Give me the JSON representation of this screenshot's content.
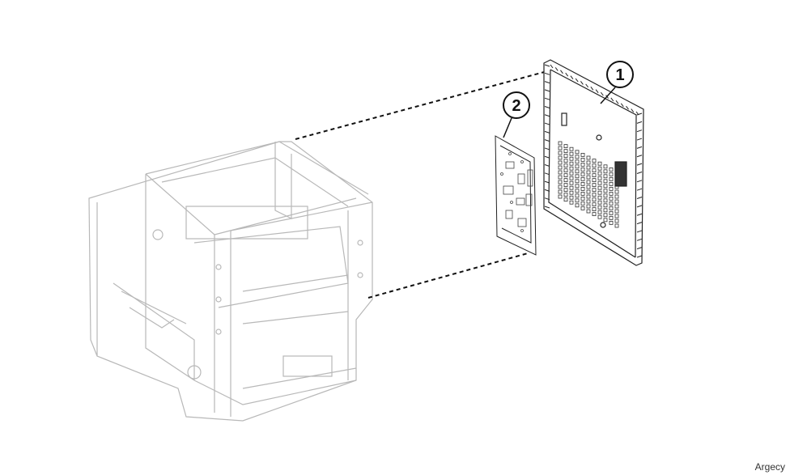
{
  "diagram": {
    "callouts": [
      {
        "label": "1",
        "part": "panel"
      },
      {
        "label": "2",
        "part": "board"
      }
    ],
    "watermark": "Argecy",
    "colors": {
      "frame": "#b8b8b8",
      "part": "#222222",
      "leader": "#111111"
    }
  }
}
